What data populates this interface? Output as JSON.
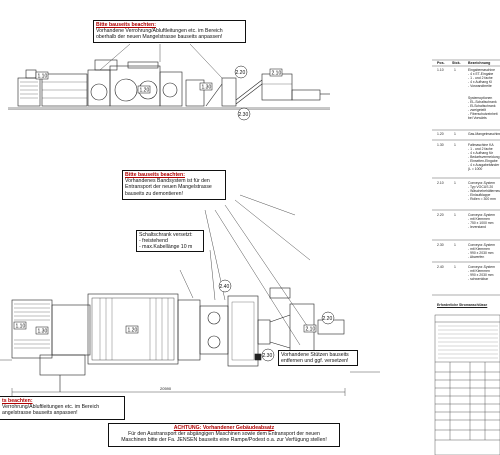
{
  "notes": {
    "top": {
      "title": "Bitte bauseits beachten:",
      "lines": [
        "Vorhandene Verrohrung/Abluftleitungen etc. im Bereich",
        "oberhalb der neuen Mangelstrasse bauseits anpassen!"
      ]
    },
    "middle": {
      "title": "Bitte bauseits beachten:",
      "lines": [
        "Vorhandenes Bandsystem ist für den",
        "Entransport der neuen Mangelstrasse",
        "bauseits zu demontieren!"
      ]
    },
    "cabinet": {
      "title": "Schaltschrank versetzt:",
      "lines": [
        "- freistehend",
        "- max.Kabellänge 10 m"
      ]
    },
    "supports": {
      "lines": [
        "Vorhandene Stützen bauseits",
        "entfernen und ggf. versetzen!"
      ]
    },
    "bottom_left": {
      "title": "ts beachten:",
      "lines": [
        "Verrohrung/Abluftleitungen etc. im Bereich",
        "angelstrasse bauseits anpassen!"
      ]
    },
    "bottom": {
      "title": "ACHTUNG: Vorhandener Gebäudeabsatz",
      "lines": [
        "Für den Austransport der abgängigen Maschinen sowie dem Entransport der neuen",
        "Maschinen bitte der Fa. JENSEN bauseits eine Rampe/Podest o.a. zur Verfügung stellen!"
      ]
    }
  },
  "tags": [
    "1.10",
    "1.20",
    "1.30",
    "2.10",
    "2.20",
    "2.30",
    "2.40"
  ],
  "dimension": "20590",
  "legend": {
    "headers": [
      "Pos.",
      "Stck.",
      "Bezeichnung"
    ],
    "rows": [
      {
        "pos": "1.10",
        "qty": "1",
        "lines": [
          "Eingabemaschine",
          "- 4 x ET-Eingabe",
          "- 1 - und 2 fache",
          "- 4 x Aufhang KI",
          "- Vorwandbreite"
        ]
      },
      {
        "pos": "",
        "qty": "",
        "lines": [
          "Systemoptionen",
          "- EL-Schaltschrank",
          "- ELSchaltschrank",
          "- zweigeteilt",
          "- Fiberschutzeinheit",
          "  bei Vorwärts"
        ]
      },
      {
        "pos": "1.20",
        "qty": "1",
        "lines": [
          "Gas-Mangelmaschine"
        ]
      },
      {
        "pos": "1.30",
        "qty": "1",
        "lines": [
          "Faltmaschine KA",
          "- 1 - und 2 fache",
          "- 4 x Aufhang für",
          "- Bedarfsvermeidung",
          "- Einseiten-Eingabe",
          "- 4 x Ausgabebänder",
          "  (L = 1000"
        ]
      },
      {
        "pos": "2.10",
        "qty": "1",
        "lines": [
          "Conveyor-System",
          "- Typ VOCUS 20",
          "- Wäschebehälterneu",
          "- Einlaufklappe",
          "- Rollen = 300 mm"
        ]
      },
      {
        "pos": "2.20",
        "qty": "1",
        "lines": [
          "Conveyor-System",
          "- mit Klemmen",
          "- 750 x 1000 mm",
          "- Ieverstand"
        ]
      },
      {
        "pos": "2.30",
        "qty": "1",
        "lines": [
          "Conveyor-System",
          "- mit Klemmen",
          "- 990 x 2030 mm",
          "- Abwerfen"
        ]
      },
      {
        "pos": "2.40",
        "qty": "1",
        "lines": [
          "Conveyor-System",
          "- mit Klemmen",
          "- 990 x 2030 mm",
          "- schwenkbar"
        ]
      }
    ],
    "footer": "Erforderliche Stromanschlüsse"
  },
  "colors": {
    "ink": "#111111",
    "red": "#b00000",
    "paper": "#ffffff"
  }
}
